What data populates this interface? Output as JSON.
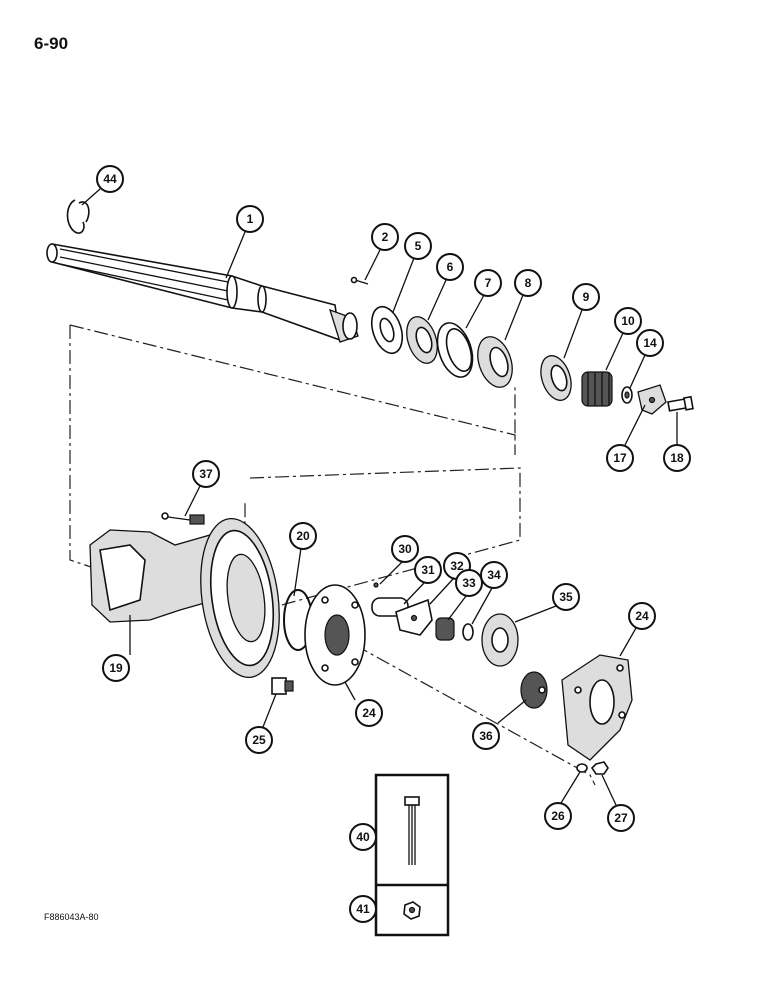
{
  "page": {
    "number": "6-90",
    "figure_code": "F886043A-80"
  },
  "callouts": [
    "44",
    "1",
    "2",
    "5",
    "6",
    "7",
    "8",
    "9",
    "10",
    "14",
    "17",
    "18",
    "37",
    "20",
    "30",
    "31",
    "32",
    "33",
    "34",
    "35",
    "24",
    "19",
    "25",
    "24",
    "36",
    "26",
    "27",
    "40",
    "41"
  ]
}
